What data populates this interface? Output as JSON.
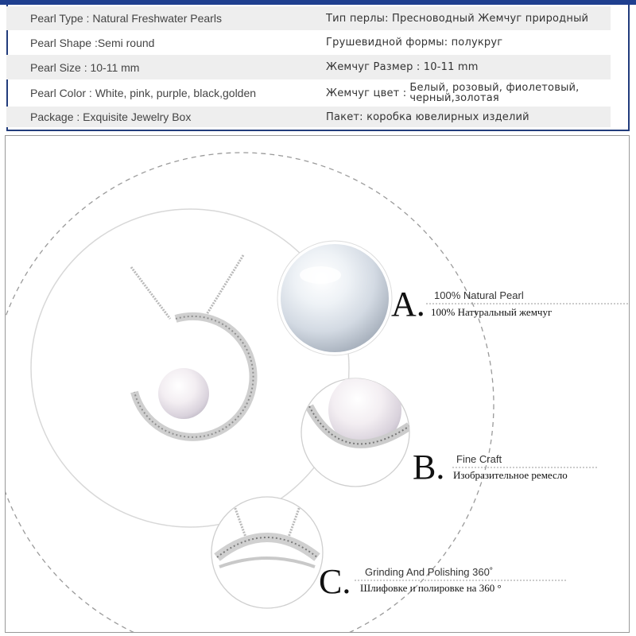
{
  "specs": [
    {
      "en": "Pearl Type : Natural Freshwater Pearls",
      "ru": "Тип перлы: Пресноводный Жемчуг природный"
    },
    {
      "en": "Pearl Shape :Semi round",
      "ru": "Грушевидной формы: полукруг"
    },
    {
      "en": "Pearl Size : 10-11 mm",
      "ru": "Жемчуг Размер : 10-11 mm"
    },
    {
      "en": "Pearl Color : White, pink, purple, black,golden",
      "ru_label": "Жемчуг цвет :",
      "ru_line1": "Белый, розовый, фиолетовый,",
      "ru_line2": "черный,золотая"
    },
    {
      "en": "Package : Exquisite Jewelry Box",
      "ru": "Пакет: коробка ювелирных изделий"
    }
  ],
  "features": [
    {
      "letter": "A.",
      "en": "100% Natural Pearl",
      "ru": "100% Натуральный жемчуг"
    },
    {
      "letter": "B.",
      "en": "Fine Craft",
      "ru": "Изобразительное ремесло"
    },
    {
      "letter": "C.",
      "en": "Grinding And Polishing 360˚",
      "ru": "Шлифовке и полировке на 360 °"
    }
  ],
  "colors": {
    "frame_blue": "#223c7c",
    "row_shade": "#eeeeee",
    "dash": "#9a9a9a"
  }
}
